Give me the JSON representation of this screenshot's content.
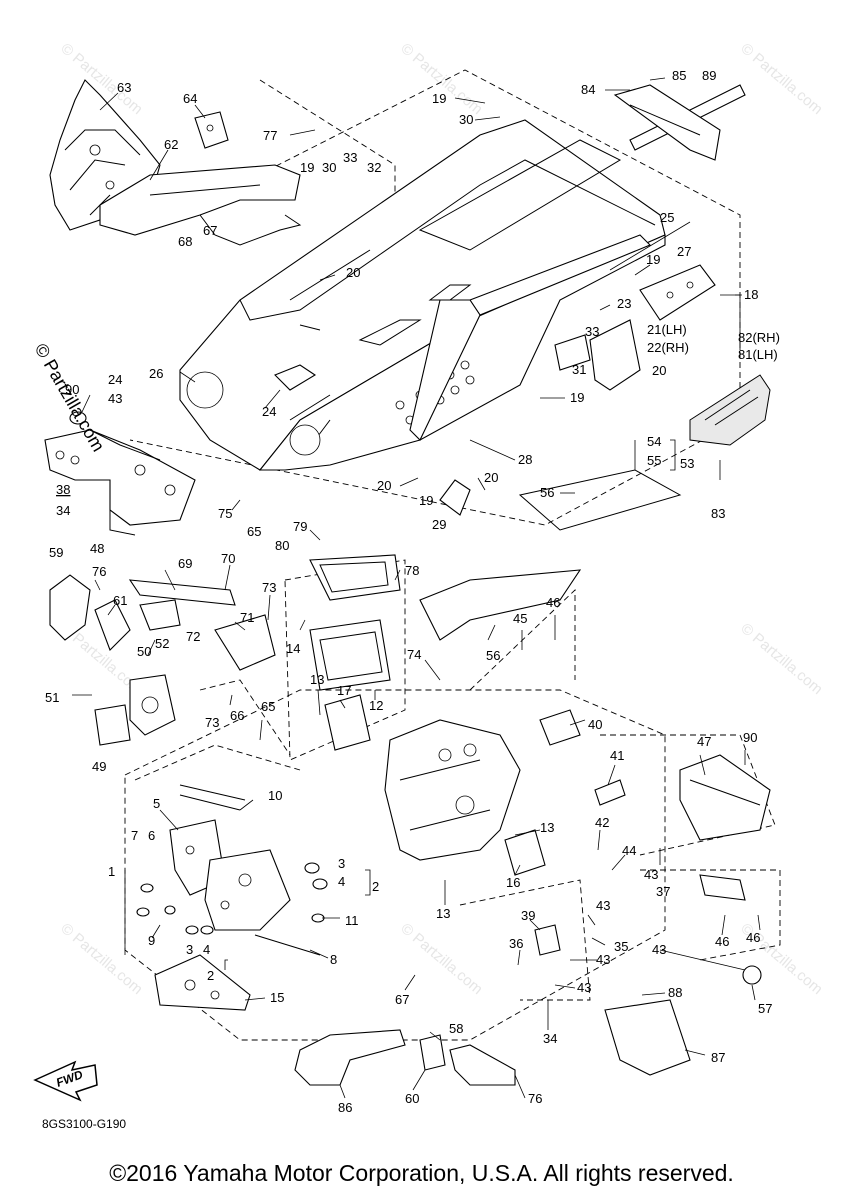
{
  "diagram_code": "8GS3100-G190",
  "fwd_label": "FWD",
  "copyright": "©2016 Yamaha Motor Corporation, U.S.A. All rights reserved.",
  "side_watermark": "© Partzilla.com",
  "watermark_text": "© Partzilla.com",
  "labels": {
    "l63": "63",
    "l64": "64",
    "l62": "62",
    "l68": "68",
    "l67a": "67",
    "l77": "77",
    "l19a": "19",
    "l30a": "30",
    "l33a": "33",
    "l32": "32",
    "l19b": "19",
    "l30b": "30",
    "l84": "84",
    "l85": "85",
    "l89": "89",
    "l25": "25",
    "l20a": "20",
    "l19c": "19",
    "l27": "27",
    "l18": "18",
    "l23": "23",
    "l33b": "33",
    "l21": "21(LH)",
    "l22": "22(RH)",
    "l82": "82(RH)",
    "l81": "81(LH)",
    "l31": "31",
    "l20b": "20",
    "l19d": "19",
    "l26": "26",
    "l90a": "90",
    "l24a": "24",
    "l43a": "43",
    "l24b": "24",
    "l28": "28",
    "l20c": "20",
    "l20d": "20",
    "l19e": "19",
    "l29": "29",
    "l54": "54",
    "l55": "55",
    "l53": "53",
    "l56a": "56",
    "l83": "83",
    "l38": "38",
    "l34a": "34",
    "l48": "48",
    "l75": "75",
    "l65a": "65",
    "l79": "79",
    "l80": "80",
    "l78": "78",
    "l59": "59",
    "l76a": "76",
    "l69": "69",
    "l70": "70",
    "l61": "61",
    "l73a": "73",
    "l71": "71",
    "l72": "72",
    "l14": "14",
    "l52": "52",
    "l50": "50",
    "l46a": "46",
    "l45": "45",
    "l74": "74",
    "l56b": "56",
    "l51": "51",
    "l13a": "13",
    "l17": "17",
    "l12": "12",
    "l73b": "73",
    "l66": "66",
    "l65b": "65",
    "l40": "40",
    "l49": "49",
    "l47": "47",
    "l90b": "90",
    "l41": "41",
    "l10": "10",
    "l5": "5",
    "l7": "7",
    "l6": "6",
    "l1": "1",
    "l13b": "13",
    "l42": "42",
    "l44": "44",
    "l16": "16",
    "l3a": "3",
    "l4a": "4",
    "l2a": "2",
    "l43b": "43",
    "l37": "37",
    "l11": "11",
    "l9": "9",
    "l13c": "13",
    "l39": "39",
    "l43c": "43",
    "l3b": "3",
    "l4b": "4",
    "l2b": "2",
    "l8": "8",
    "l36": "36",
    "l35": "35",
    "l43d": "43",
    "l43e": "43",
    "l46b": "46",
    "l46c": "46",
    "l43f": "43",
    "l67b": "67",
    "l15": "15",
    "l88": "88",
    "l57": "57",
    "l34b": "34",
    "l58": "58",
    "l87": "87",
    "l86": "86",
    "l60": "60",
    "l76b": "76"
  }
}
